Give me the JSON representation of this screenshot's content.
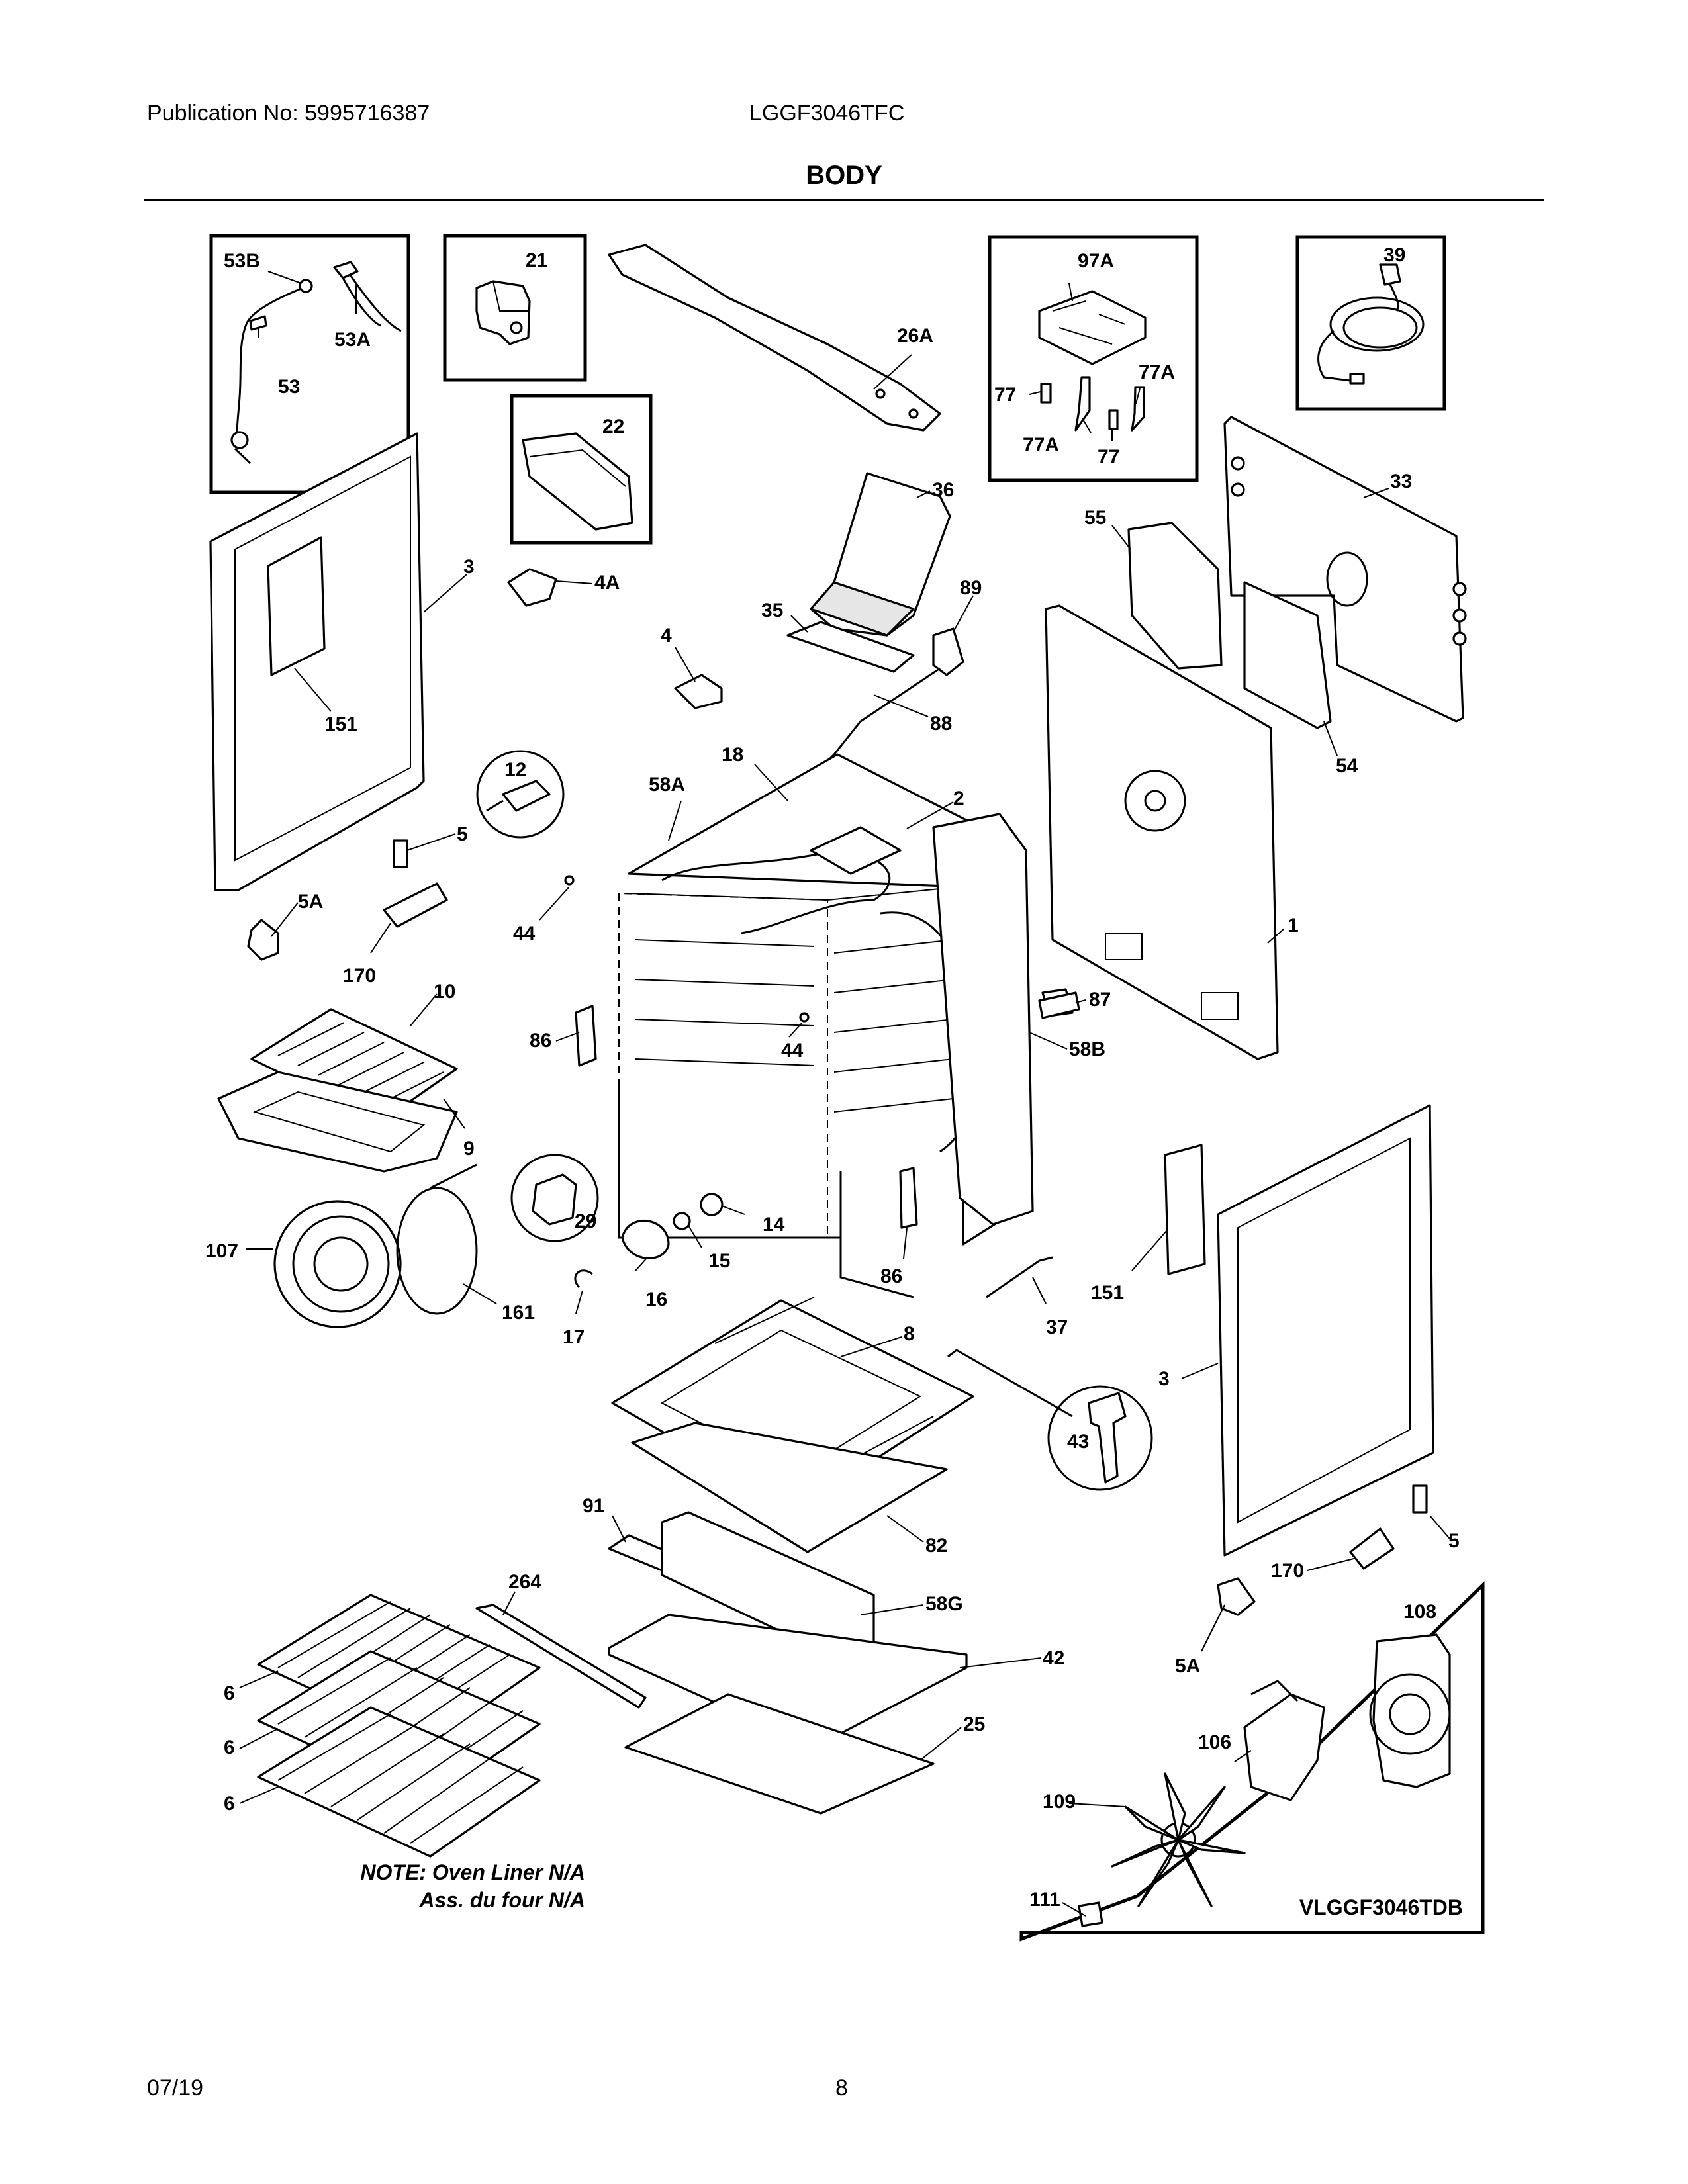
{
  "header": {
    "publication": "Publication No: 5995716387",
    "model": "LGGF3046TFC",
    "section_title": "BODY"
  },
  "labels": [
    "53B",
    "53A",
    "53",
    "21",
    "26A",
    "97A",
    "77",
    "77A",
    "77A",
    "77",
    "39",
    "22",
    "36",
    "33",
    "55",
    "3",
    "4A",
    "35",
    "89",
    "4",
    "88",
    "151",
    "54",
    "12",
    "18",
    "58A",
    "2",
    "5",
    "44",
    "5A",
    "1",
    "170",
    "10",
    "87",
    "44",
    "86",
    "58B",
    "9",
    "29",
    "14",
    "107",
    "15",
    "86",
    "16",
    "161",
    "17",
    "151",
    "37",
    "8",
    "3",
    "43",
    "91",
    "82",
    "5",
    "170",
    "264",
    "58G",
    "108",
    "42",
    "5A",
    "6",
    "25",
    "6",
    "106",
    "6",
    "109",
    "111"
  ],
  "note": {
    "line1": "NOTE: Oven Liner N/A",
    "line2": "Ass. du four N/A"
  },
  "diagram_code": "VLGGF3046TDB",
  "footer": {
    "date": "07/19",
    "page": "8"
  }
}
